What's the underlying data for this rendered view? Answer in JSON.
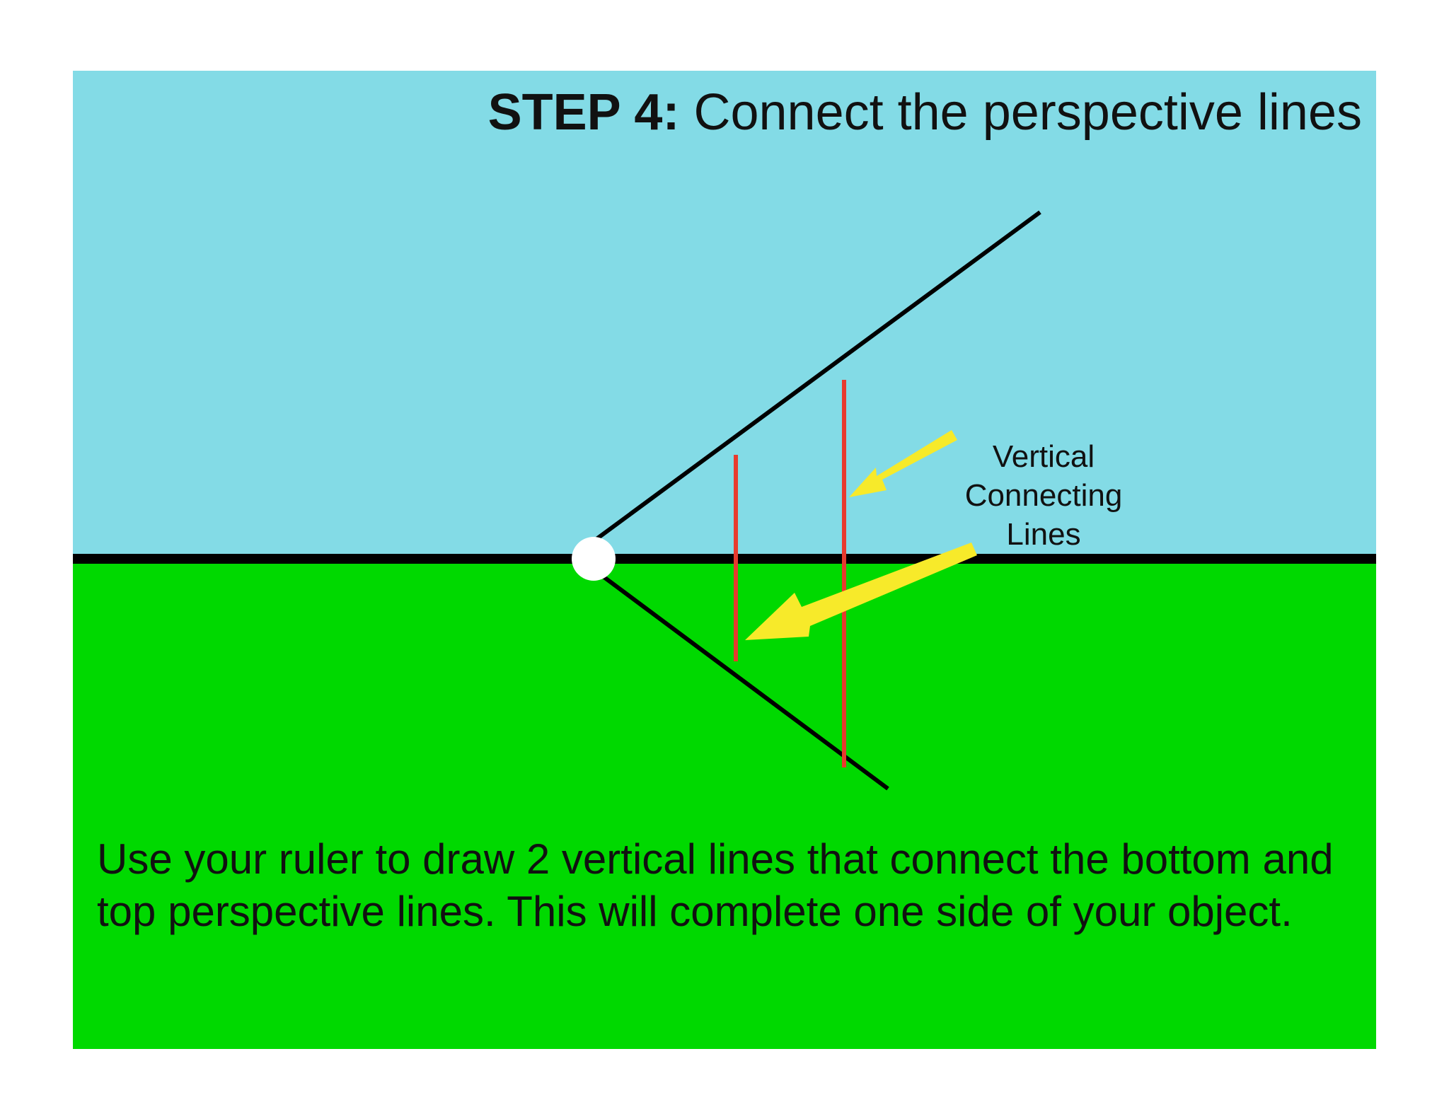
{
  "title": {
    "step": "STEP 4:",
    "text": "Connect the perspective lines"
  },
  "callout": {
    "lines": [
      "Vertical",
      "Connecting",
      "Lines"
    ]
  },
  "instructions": "Use your ruler to draw 2 vertical lines that connect the bottom and top perspective lines. This will complete one side of your object.",
  "colors": {
    "sky": "#83dbe6",
    "ground": "#00d900",
    "horizon": "#000000",
    "perspective_lines": "#000000",
    "connecting_lines": "#e83a2e",
    "arrows": "#f7ea2a",
    "vanishing_point": "#ffffff"
  }
}
